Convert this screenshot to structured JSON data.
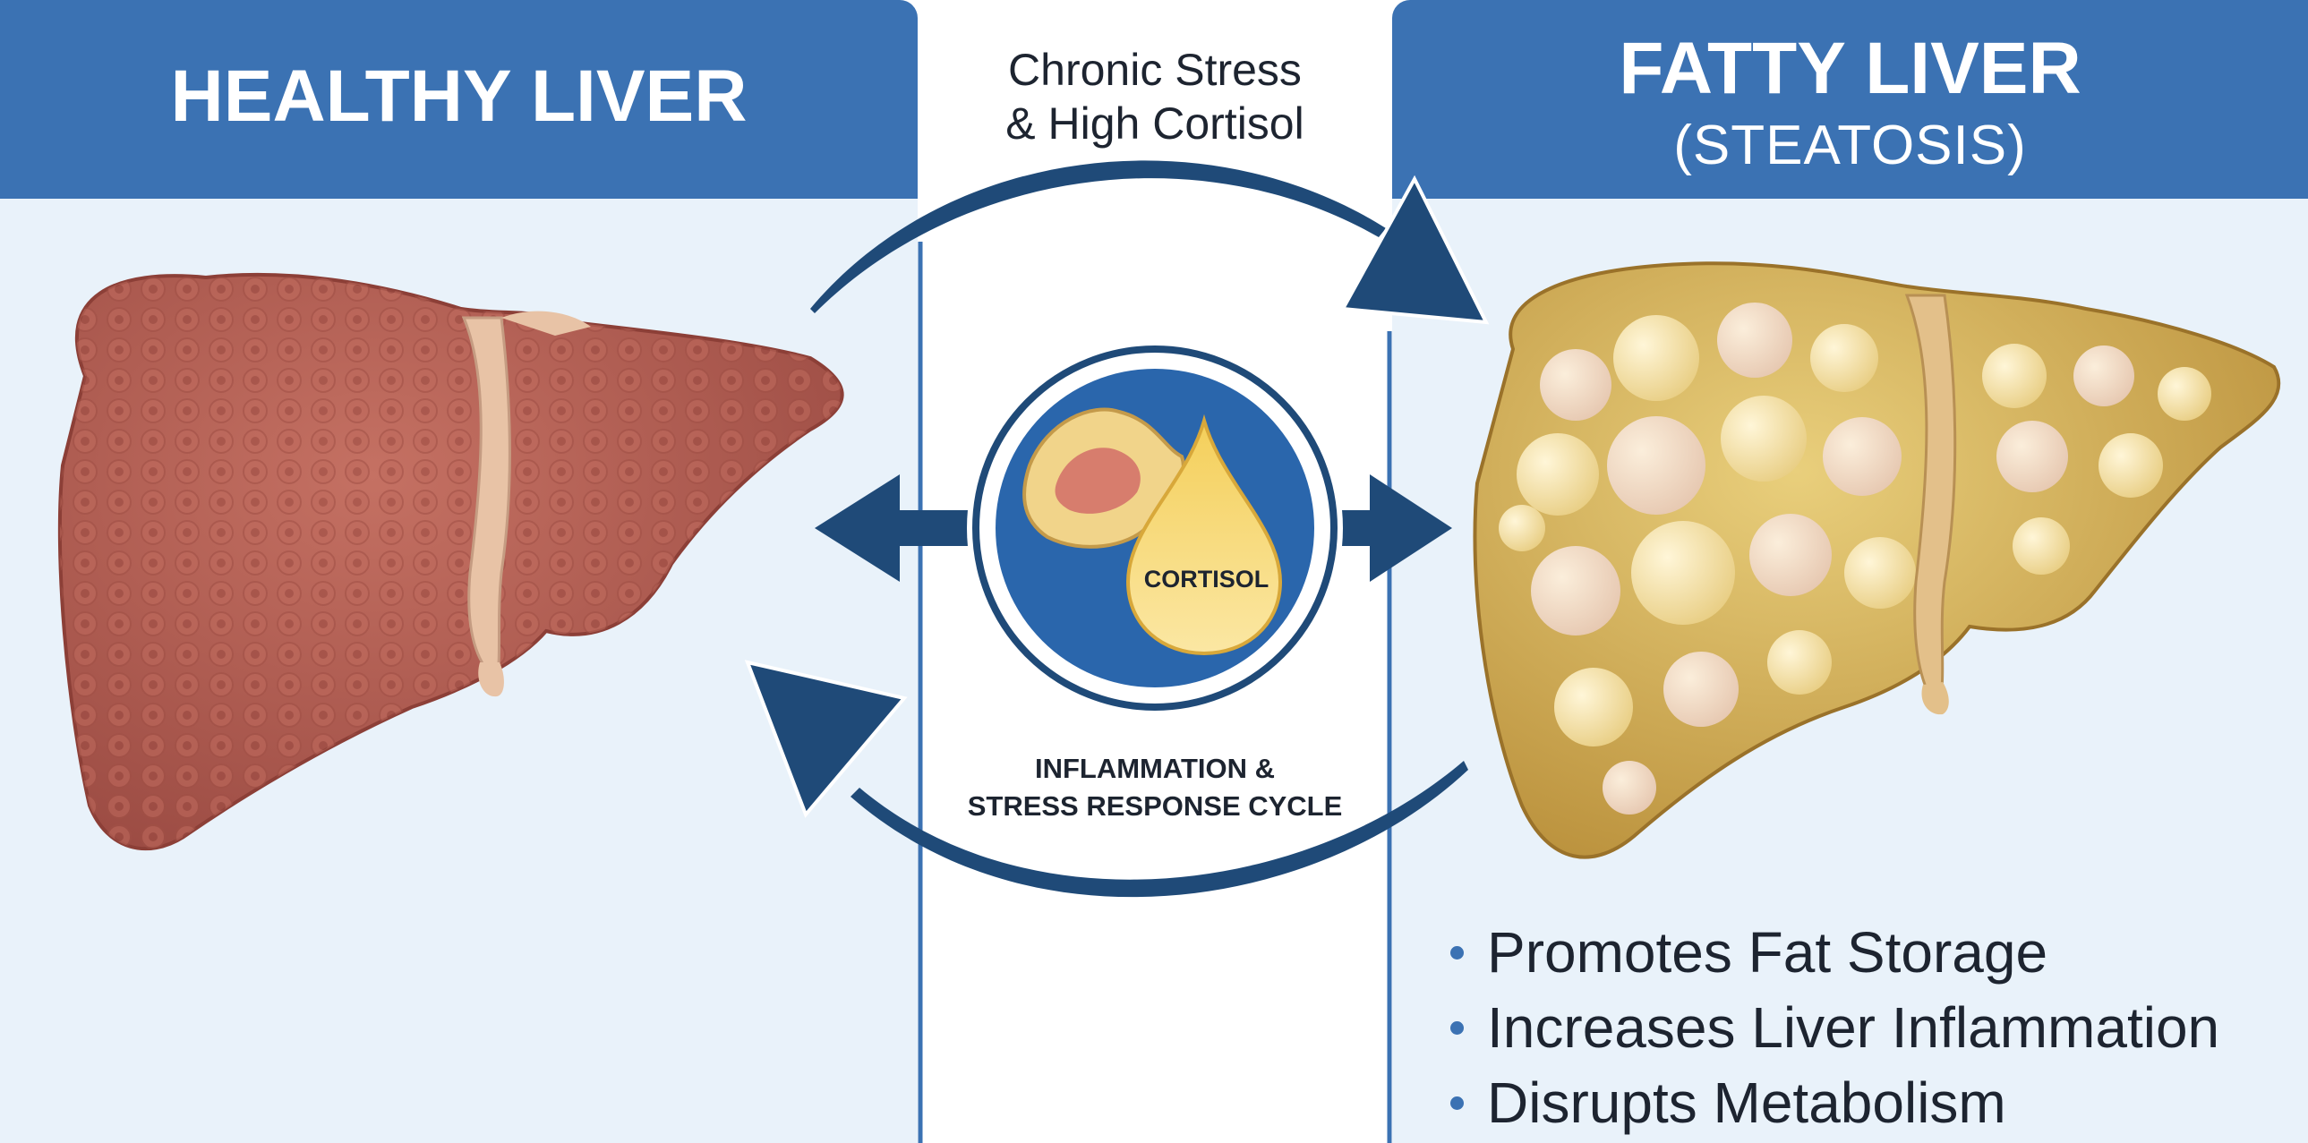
{
  "left_panel": {
    "title": "HEALTHY LIVER"
  },
  "right_panel": {
    "title": "FATTY LIVER",
    "subtitle": "(STEATOSIS)"
  },
  "top_arrow_label": [
    "Chronic Stress",
    "& High Cortisol"
  ],
  "bottom_arrow_label": [
    "INFLAMMATION &",
    "STRESS RESPONSE CYCLE"
  ],
  "center_badge": {
    "drop_label": "CORTISOL"
  },
  "effects": [
    "Promotes Fat Storage",
    "Increases Liver Inflammation",
    "Disrupts Metabolism"
  ],
  "colors": {
    "header_blue": "#3b72b3",
    "arrow_navy": "#1f4a78",
    "healthy_liver": "#b05a50",
    "fatty_liver": "#d7b65a",
    "panel_background": "#e9f2fa"
  },
  "icons": [
    "healthy-liver-illustration",
    "fatty-liver-illustration",
    "adrenal-gland-icon",
    "cortisol-drop-icon"
  ]
}
